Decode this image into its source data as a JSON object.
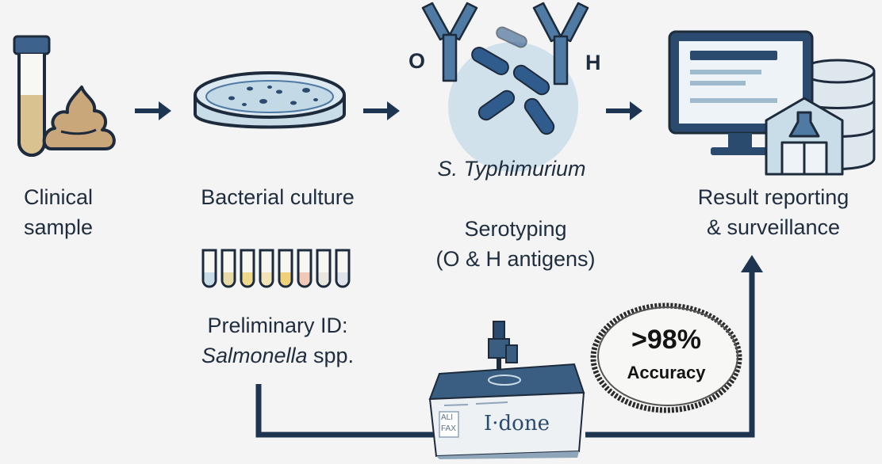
{
  "steps": {
    "clinical": {
      "line1": "Clinical",
      "line2": "sample"
    },
    "culture": {
      "label": "Bacterial culture"
    },
    "serotyping": {
      "organism": "S. Typhimurium",
      "line1": "Serotyping",
      "line2": "(O & H antigens)",
      "antigen_o": "O",
      "antigen_h": "H"
    },
    "reporting": {
      "line1": "Result reporting",
      "line2": "& surveillance"
    }
  },
  "preliminary": {
    "line1": "Preliminary ID:",
    "genus": "Salmonella",
    "suffix": " spp."
  },
  "device": {
    "brand": "I·done",
    "badge_line1": "ALI",
    "badge_line2": "FAX"
  },
  "accuracy": {
    "value": ">98%",
    "label": "Accuracy"
  },
  "colors": {
    "ink": "#1d2b3d",
    "navy": "#2a4a6e",
    "steel": "#4f7aa3",
    "pale_blue": "#c9dde9",
    "tan": "#c9a77a",
    "arrow": "#1d3550"
  },
  "icons": [
    "test-tube-icon",
    "stool-icon",
    "petri-dish-icon",
    "tube-rack-icon",
    "antibody-icon",
    "bacteria-icon",
    "monitor-icon",
    "database-icon",
    "lab-building-icon",
    "analyzer-device-icon",
    "arrow-right-icon"
  ]
}
